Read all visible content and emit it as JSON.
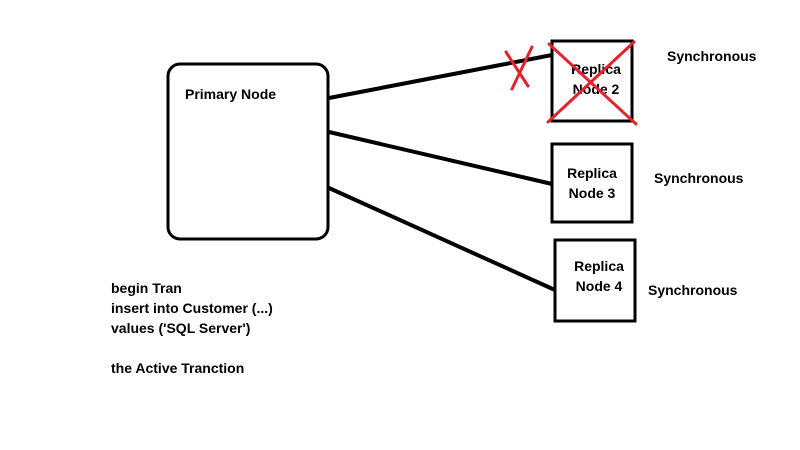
{
  "primary": {
    "label": "Primary Node"
  },
  "replicas": [
    {
      "line1": "Replica",
      "line2": "Node 2",
      "mode": "Synchronous",
      "failed": true
    },
    {
      "line1": "Replica",
      "line2": "Node 3",
      "mode": "Synchronous",
      "failed": false
    },
    {
      "line1": "Replica",
      "line2": "Node 4",
      "mode": "Synchronous",
      "failed": false
    }
  ],
  "transaction": {
    "line1": "begin Tran",
    "line2": "insert into Customer (...)",
    "line3": "values ('SQL Server')",
    "caption": "the Active Tranction"
  },
  "colors": {
    "stroke": "#000000",
    "failure_mark": "#e0242b"
  }
}
